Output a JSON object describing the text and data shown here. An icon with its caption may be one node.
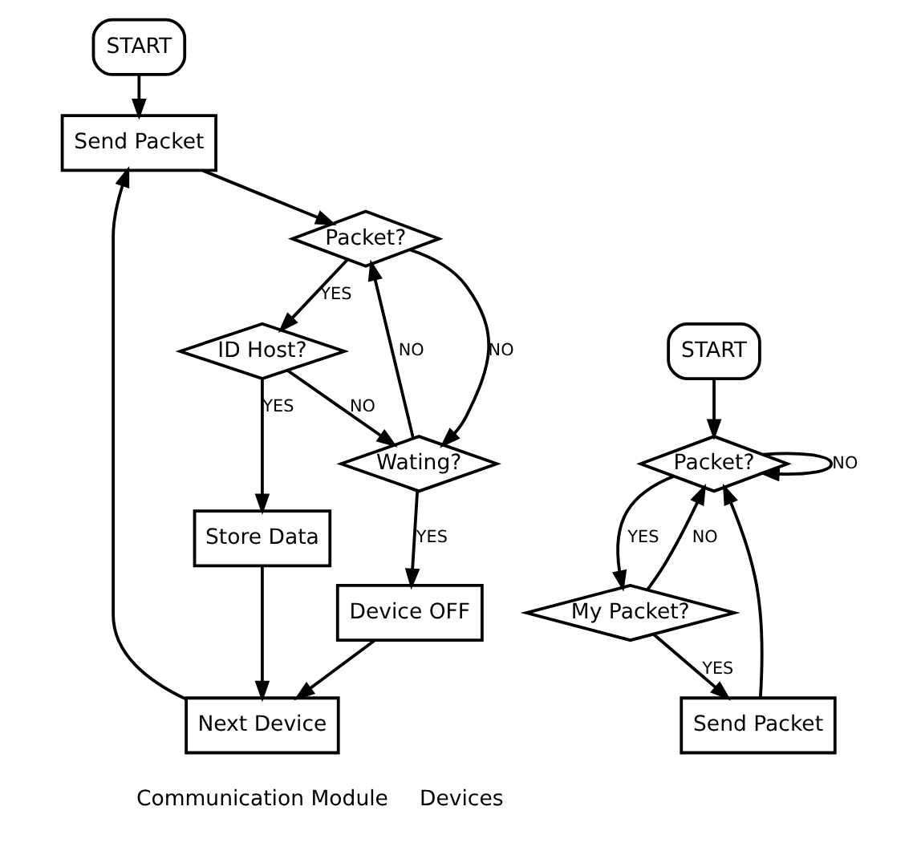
{
  "diagram": {
    "nodes": [
      {
        "text": [
          "START"
        ]
      },
      {
        "text": [
          "Next Device"
        ]
      },
      {
        "text": [
          "Device OFF"
        ]
      },
      {
        "text": [
          "Send Packet"
        ]
      },
      {
        "text": [
          "Packet?"
        ]
      },
      {
        "text": [
          "Wating?"
        ]
      },
      {
        "text": [
          "ID Host?"
        ]
      },
      {
        "text": [
          "Store Data"
        ]
      },
      {
        "text": [
          "START"
        ]
      },
      {
        "text": [
          "Packet?"
        ]
      },
      {
        "text": [
          "My Packet?"
        ]
      },
      {
        "text": [
          "Send Packet"
        ]
      }
    ],
    "edges": [
      {
        "from": 0,
        "to": 3,
        "arrow": "to"
      },
      {
        "from": 1,
        "to": 3,
        "arrow": "to"
      },
      {
        "from": 2,
        "to": 1,
        "arrow": "to"
      },
      {
        "from": 3,
        "to": 4,
        "arrow": "to"
      },
      {
        "from": 4,
        "to": 5,
        "arrow": "to",
        "label": "NO"
      },
      {
        "from": 4,
        "to": 6,
        "arrow": "to",
        "label": "YES"
      },
      {
        "from": 6,
        "to": 5,
        "arrow": "to",
        "label": "NO"
      },
      {
        "from": 6,
        "to": 7,
        "arrow": "to",
        "label": "YES"
      },
      {
        "from": 5,
        "to": 2,
        "arrow": "to",
        "label": "YES"
      },
      {
        "from": 5,
        "to": 4,
        "arrow": "to",
        "label": "NO"
      },
      {
        "from": 7,
        "to": 1,
        "arrow": "to"
      },
      {
        "from": 8,
        "to": 9,
        "arrow": "to"
      },
      {
        "from": 9,
        "to": 9,
        "arrow": "to",
        "label": "NO"
      },
      {
        "from": 9,
        "to": 10,
        "arrow": "to",
        "label": "YES"
      },
      {
        "from": 10,
        "to": 9,
        "arrow": "to",
        "label": "NO"
      },
      {
        "from": 10,
        "to": 11,
        "arrow": "to",
        "label": "YES"
      },
      {
        "from": 11,
        "to": 9,
        "arrow": "to"
      }
    ],
    "labels": [
      "Communication Module",
      "Devices"
    ]
  }
}
